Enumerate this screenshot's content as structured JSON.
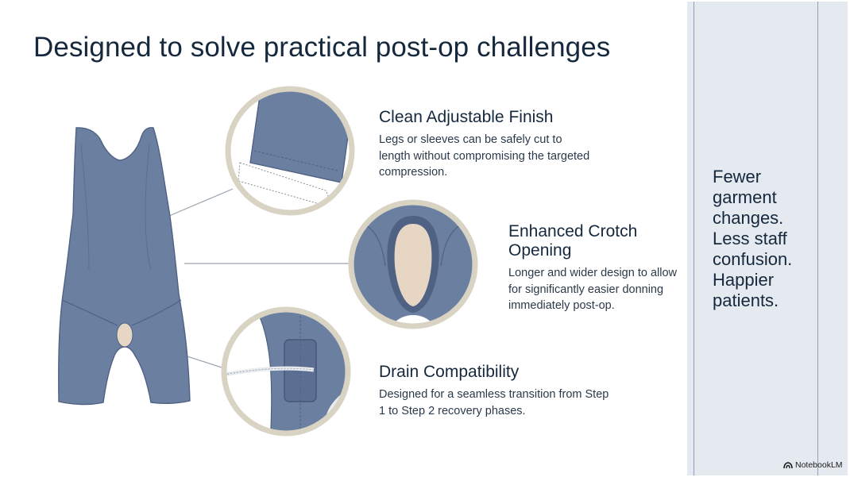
{
  "slide": {
    "title": "Designed to solve practical post-op challenges"
  },
  "features": [
    {
      "title": "Clean Adjustable Finish",
      "description": "Legs or sleeves can be safely cut to length without compromising the targeted compression."
    },
    {
      "title": "Enhanced Crotch Opening",
      "description": "Longer and wider design to allow for significantly easier donning immediately post-op."
    },
    {
      "title": "Drain Compatibility",
      "description": "Designed for a seamless transition from Step 1 to Step 2 recovery phases."
    }
  ],
  "side_panel": {
    "lines": [
      "Fewer",
      "garment",
      "changes.",
      "Less staff",
      "confusion.",
      "Happier",
      "patients."
    ]
  },
  "branding": {
    "label": "NotebookLM",
    "icon": "notebooklm-logo-icon"
  },
  "colors": {
    "garment": "#6b7fa0",
    "garment_dark": "#4f6284",
    "skin": "#e6d6c3",
    "circle_border": "#d9d3c4",
    "title_text": "#15283d",
    "panel_bg": "#e5e9f0"
  }
}
